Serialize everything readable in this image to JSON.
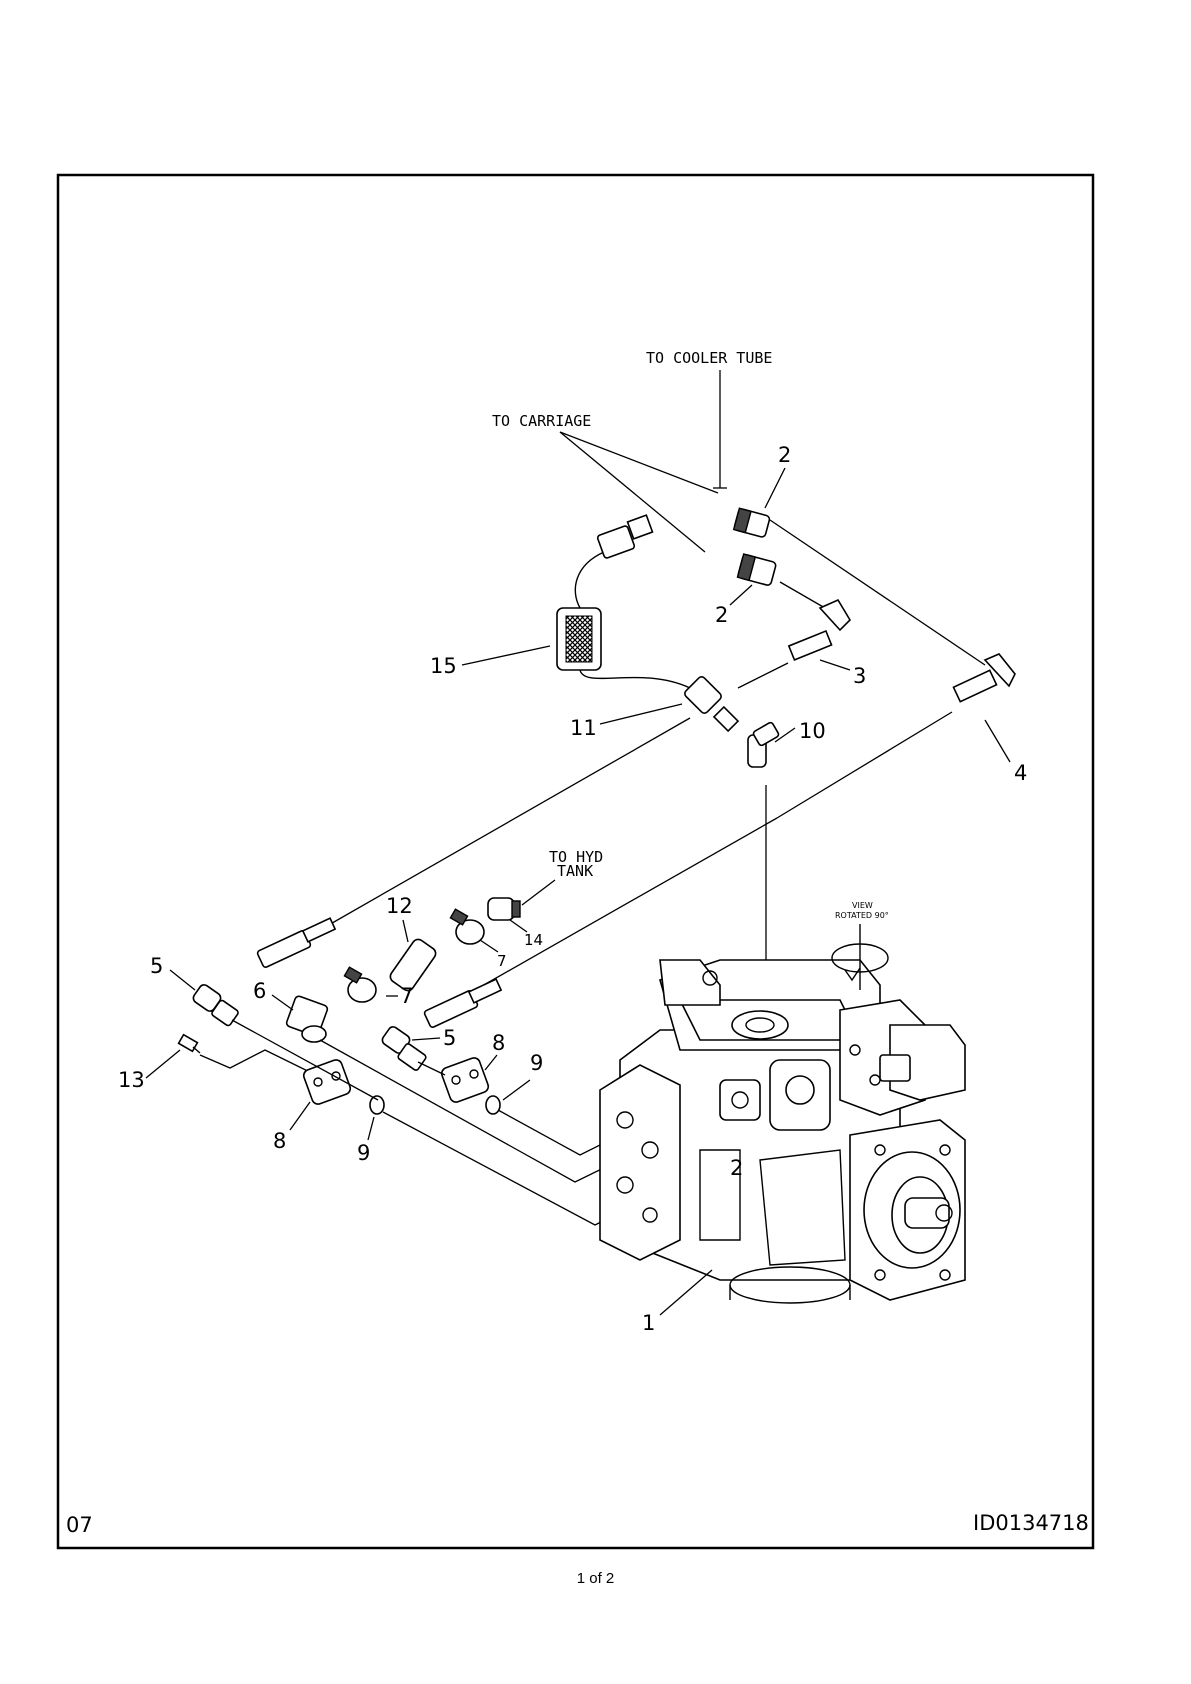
{
  "labels": {
    "to_cooler_tube": "TO COOLER TUBE",
    "to_carriage": "TO CARRIAGE",
    "to_hyd_line1": "TO HYD",
    "to_hyd_line2": "TANK",
    "view_line1": "VIEW",
    "view_line2": "ROTATED 90°"
  },
  "callouts": {
    "c1": "1",
    "c2a": "2",
    "c2b": "2",
    "c3": "3",
    "c4": "4",
    "c5a": "5",
    "c5b": "5",
    "c6": "6",
    "c7a": "7",
    "c7b": "7",
    "c8a": "8",
    "c8b": "8",
    "c9a": "9",
    "c9b": "9",
    "c10": "10",
    "c11": "11",
    "c12": "12",
    "c13": "13",
    "c14": "14",
    "c15": "15"
  },
  "corners": {
    "left": "07",
    "right": "ID0134718"
  },
  "footer": {
    "page": "1 of 2"
  }
}
